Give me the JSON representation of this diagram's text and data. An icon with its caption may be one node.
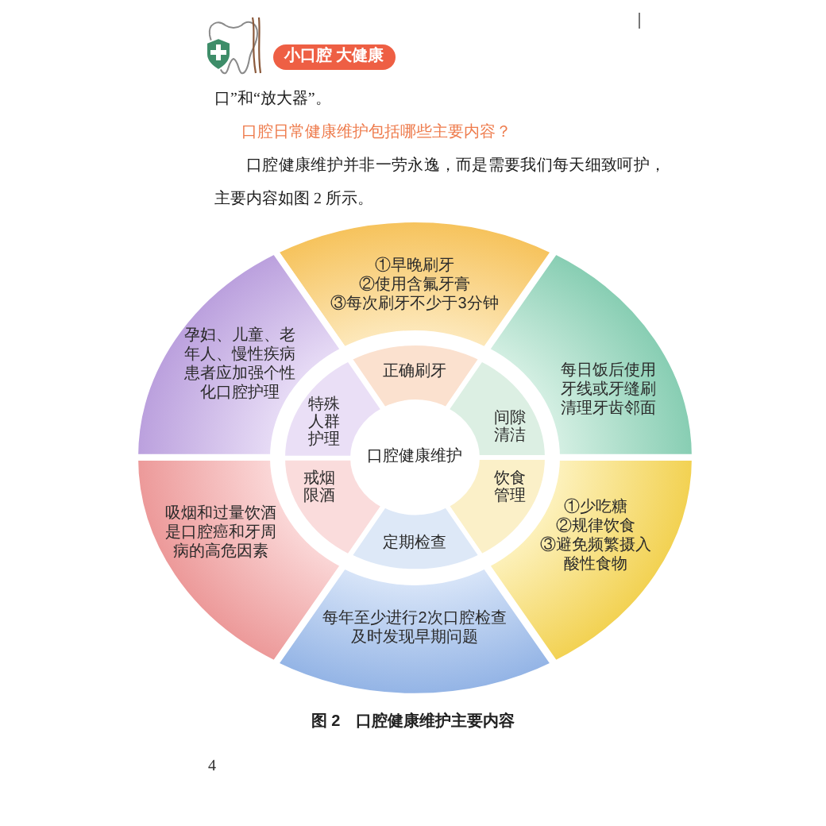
{
  "diagram": {
    "caption": "图 2　口腔健康维护主要内容",
    "nodes": [
      {
        "text": [
          "口腔健康维护"
        ]
      },
      {
        "text": [
          "正确刷牙"
        ]
      },
      {
        "text": [
          "间隙清洁"
        ]
      },
      {
        "text": [
          "饮食管理"
        ]
      },
      {
        "text": [
          "定期检查"
        ]
      },
      {
        "text": [
          "戒烟限酒"
        ]
      },
      {
        "text": [
          "特殊人群护理"
        ]
      },
      {
        "text": [
          "①早晚刷牙",
          "②使用含氟牙膏",
          "③每次刷牙不少于3分钟"
        ]
      },
      {
        "text": [
          "每日饭后使用牙线或牙缝刷清理牙齿邻面"
        ]
      },
      {
        "text": [
          "①少吃糖",
          "②规律饮食",
          "③避免频繁摄入酸性食物"
        ]
      },
      {
        "text": [
          "每年至少进行2次口腔检查及时发现早期问题"
        ]
      },
      {
        "text": [
          "吸烟和过量饮酒是口腔癌和牙周病的高危因素"
        ]
      },
      {
        "text": [
          "孕妇、儿童、老年人、慢性疾病患者应加强个性化口腔护理"
        ]
      }
    ],
    "labels": [
      "小口腔 大健康",
      "口”和“放大器”。",
      "口腔日常健康维护包括哪些主要内容？",
      "口腔健康维护并非一劳永逸，而是需要我们每天细致呵护，主要内容如图 2 所示。",
      "4"
    ]
  }
}
